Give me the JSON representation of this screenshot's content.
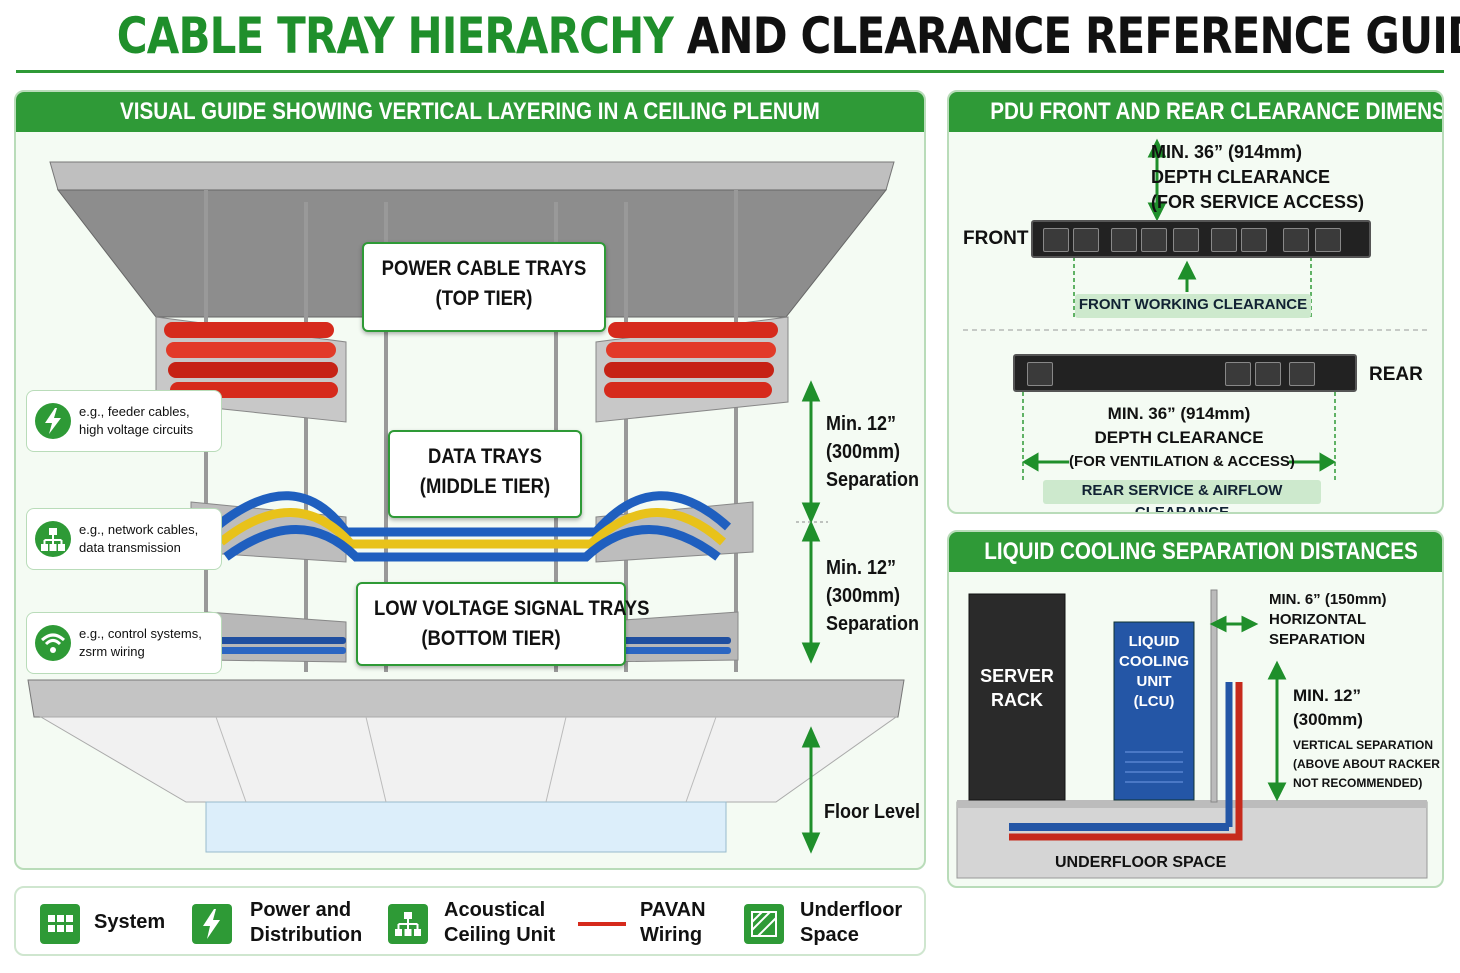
{
  "title": {
    "part1": "CABLE TRAY HIERARCHY",
    "part2": "AND CLEARANCE REFERENCE GUIDE"
  },
  "left_panel": {
    "heading": "VISUAL GUIDE SHOWING VERTICAL LAYERING IN A CEILING PLENUM",
    "power_callout": {
      "line1": "POWER CABLE TRAYS",
      "line2": "(TOP TIER)"
    },
    "data_callout": {
      "line1": "DATA TRAYS",
      "line2": "(MIDDLE TIER)"
    },
    "low_callout": {
      "line1": "LOW VOLTAGE SIGNAL TRAYS",
      "line2": "(BOTTOM TIER)"
    },
    "notes": [
      {
        "line1": "e.g., feeder cables,",
        "line2": "high voltage circuits",
        "icon": "lightning-icon"
      },
      {
        "line1": "e.g., network cables,",
        "line2": "data transmission",
        "icon": "network-icon"
      },
      {
        "line1": "e.g., control systems,",
        "line2": "zsrm wiring",
        "icon": "wifi-icon"
      }
    ],
    "separation_top": {
      "line1": "Min. 12”",
      "line2": "(300mm)",
      "line3": "Separation"
    },
    "separation_bottom": {
      "line1": "Min. 12”",
      "line2": "(300mm)",
      "line3": "Separation"
    },
    "floor_label": "Floor Level"
  },
  "pdu_panel": {
    "heading": "PDU FRONT AND REAR CLEARANCE DIMENSIONS",
    "front_label": "FRONT",
    "rear_label": "REAR",
    "front_dim": {
      "line1": "MIN. 36” (914mm)",
      "line2": "DEPTH CLEARANCE",
      "line3": "(FOR SERVICE ACCESS)"
    },
    "front_chip": "FRONT WORKING CLEARANCE",
    "rear_dim": {
      "line1": "MIN. 36” (914mm)",
      "line2": "DEPTH CLEARANCE",
      "line3": "(FOR VENTILATION & ACCESS)"
    },
    "rear_chip": "REAR SERVICE & AIRFLOW CLEARANCE"
  },
  "lc_panel": {
    "heading": "LIQUID COOLING SEPARATION DISTANCES",
    "server_rack": {
      "line1": "SERVER",
      "line2": "RACK"
    },
    "lcu": {
      "line1": "LIQUID",
      "line2": "COOLING",
      "line3": "UNIT",
      "line4": "(LCU)"
    },
    "horizontal": {
      "line1": "MIN. 6” (150mm)",
      "line2": "HORIZONTAL",
      "line3": "SEPARATION"
    },
    "vertical": {
      "line1": "MIN. 12”",
      "line2": "(300mm)",
      "line3": "VERTICAL SEPARATION",
      "line4": "(ABOVE ABOUT RACKER",
      "line5": "NOT RECOMMENDED)"
    },
    "underfloor": "UNDERFLOOR SPACE"
  },
  "legend": [
    {
      "line1": "System",
      "line2": "",
      "icon": "grid-icon"
    },
    {
      "line1": "Power and",
      "line2": "Distribution",
      "icon": "lightning-icon"
    },
    {
      "line1": "Acoustical",
      "line2": "Ceiling Unit",
      "icon": "network-icon"
    },
    {
      "line1": "PAVAN",
      "line2": "Wiring",
      "icon": "red-line-icon"
    },
    {
      "line1": "Underfloor",
      "line2": "Space",
      "icon": "hatch-icon"
    }
  ],
  "colors": {
    "green": "#2e9a36",
    "power_cable": "#d62a1c",
    "data_cable_blue": "#1f5fbf",
    "data_cable_yellow": "#e8c21a",
    "lcu_blue": "#2456a6"
  }
}
